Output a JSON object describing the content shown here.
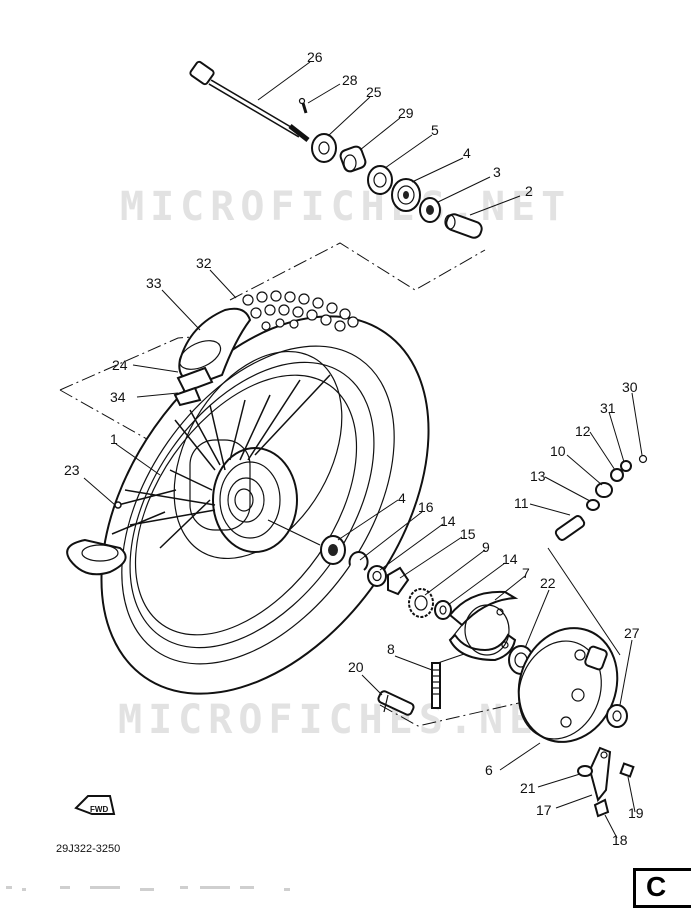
{
  "diagram": {
    "watermark": "MICROFICHES.NET",
    "code": "29J322-3250",
    "direction_label": "FWD",
    "corner_text": "C",
    "callouts": [
      "26",
      "28",
      "25",
      "29",
      "5",
      "4",
      "3",
      "2",
      "32",
      "33",
      "24",
      "34",
      "1",
      "23",
      "30",
      "31",
      "12",
      "10",
      "13",
      "11",
      "4",
      "16",
      "14",
      "15",
      "9",
      "14",
      "7",
      "22",
      "27",
      "8",
      "20",
      "6",
      "21",
      "17",
      "19",
      "18"
    ]
  }
}
